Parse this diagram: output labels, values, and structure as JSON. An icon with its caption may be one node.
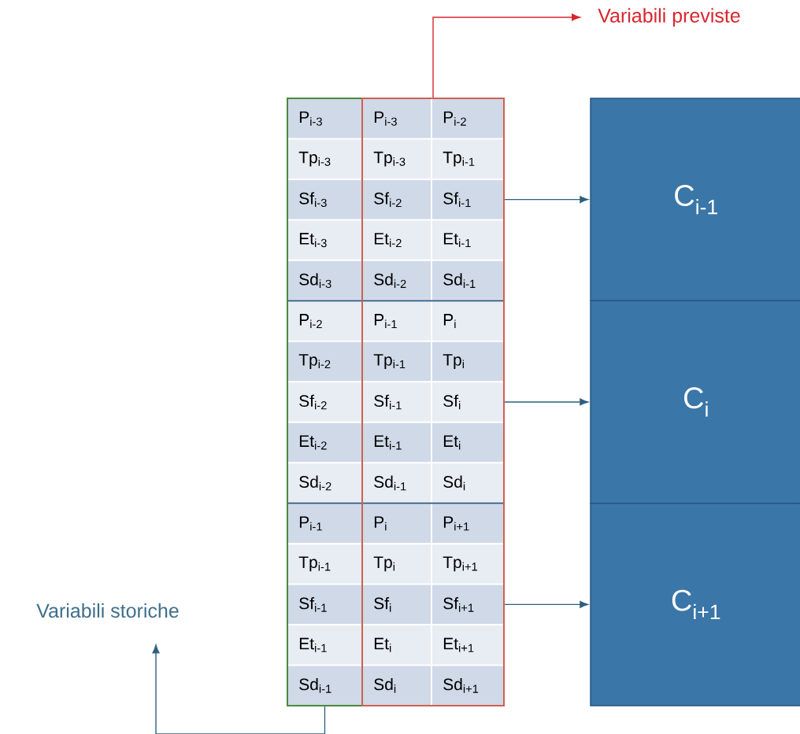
{
  "diagram": {
    "nodes": [
      {
        "text": [
          "Variabili previste"
        ]
      },
      {
        "text": [
          "Variabili storiche"
        ]
      },
      {
        "text": [],
        "shape": "box"
      },
      {
        "text": [],
        "shape": "box"
      },
      {
        "text": [
          "C$_{i-1}$"
        ]
      },
      {
        "text": [
          "C$_{i}$"
        ]
      },
      {
        "text": [
          "C$_{i+1}$"
        ]
      }
    ],
    "edges": [
      {
        "from": 3,
        "to": 0,
        "arrow": "to",
        "color": "#d9262e"
      },
      {
        "from": 2,
        "to": 1,
        "arrow": "to"
      },
      {
        "from": 3,
        "to": 4,
        "arrow": "to"
      },
      {
        "from": 3,
        "to": 5,
        "arrow": "to"
      },
      {
        "from": 3,
        "to": 6,
        "arrow": "to"
      }
    ],
    "labels": [
      "P$_{i-3}$",
      "P$_{i-3}$",
      "P$_{i-2}$",
      "Tp$_{i-3}$",
      "Tp$_{i-3}$",
      "Tp$_{i-1}$",
      "Sf$_{i-3}$",
      "Sf$_{i-2}$",
      "Sf$_{i-1}$",
      "Et$_{i-3}$",
      "Et$_{i-2}$",
      "Et$_{i-1}$",
      "Sd$_{i-3}$",
      "Sd$_{i-2}$",
      "Sd$_{i-1}$",
      "P$_{i-2}$",
      "P$_{i-1}$",
      "P$_{i}$",
      "Tp$_{i-2}$",
      "Tp$_{i-1}$",
      "Tp$_{i}$",
      "Sf$_{i-2}$",
      "Sf$_{i-1}$",
      "Sf$_{i}$",
      "Et$_{i-2}$",
      "Et$_{i-1}$",
      "Et$_{i}$",
      "Sd$_{i-2}$",
      "Sd$_{i-1}$",
      "Sd$_{i}$",
      "P$_{i-1}$",
      "P$_{i}$",
      "P$_{i+1}$",
      "Tp$_{i-1}$",
      "Tp$_{i}$",
      "Tp$_{i+1}$",
      "Sf$_{i-1}$",
      "Sf$_{i}$",
      "Sf$_{i+1}$",
      "Et$_{i-1}$",
      "Et$_{i}$",
      "Et$_{i+1}$",
      "Sd$_{i-1}$",
      "Sd$_{i}$",
      "Sd$_{i+1}$"
    ]
  }
}
